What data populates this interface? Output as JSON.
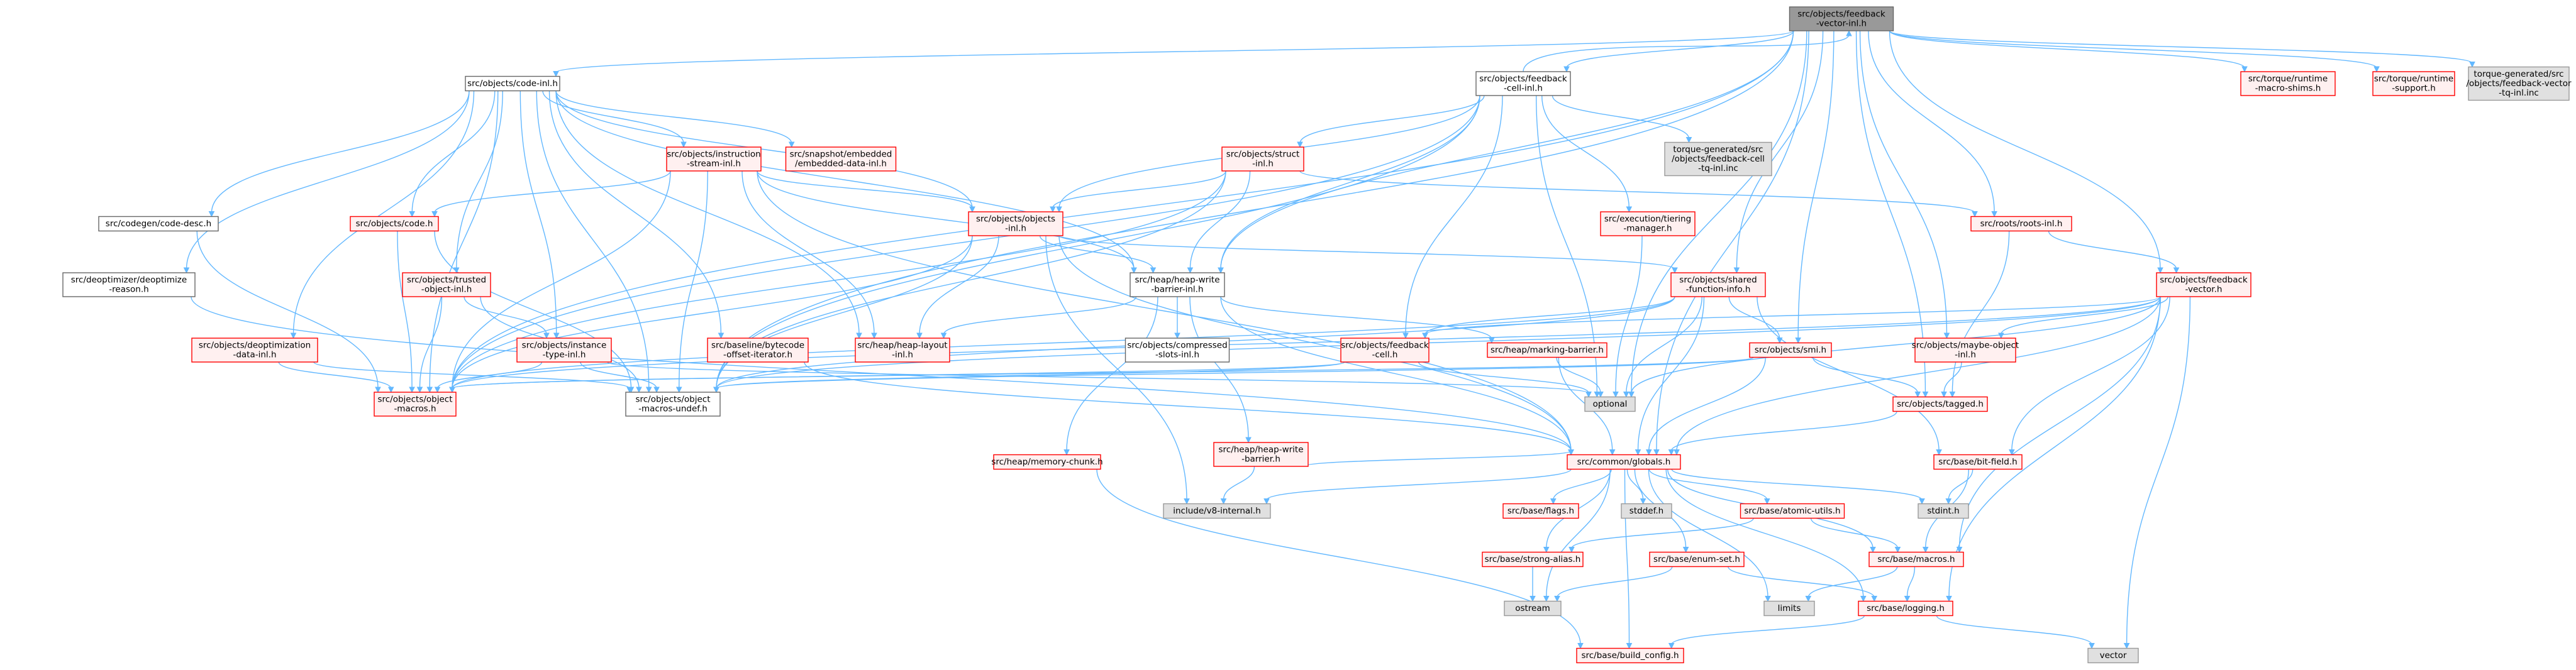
{
  "colors": {
    "edge": "#63b8ff",
    "root_fill": "#999999",
    "root_border": "#666666",
    "linked_fill": "#fff0f0",
    "linked_border": "#ff0000",
    "plain_fill": "#ffffff",
    "plain_border": "#666666",
    "system_fill": "#e0e0e0",
    "system_border": "#999999"
  },
  "nodes": [
    {
      "id": "fvi",
      "kind": "root",
      "lines": [
        "src/objects/feedback",
        "-vector-inl.h"
      ]
    },
    {
      "id": "codeinl",
      "kind": "plain",
      "lines": [
        "src/objects/code-inl.h"
      ]
    },
    {
      "id": "fcinl",
      "kind": "plain",
      "lines": [
        "src/objects/feedback",
        "-cell-inl.h"
      ]
    },
    {
      "id": "rtms",
      "kind": "linked",
      "lines": [
        "src/torque/runtime",
        "-macro-shims.h"
      ]
    },
    {
      "id": "rts",
      "kind": "linked",
      "lines": [
        "src/torque/runtime",
        "-support.h"
      ]
    },
    {
      "id": "tgfv",
      "kind": "system",
      "lines": [
        "torque-generated/src",
        "/objects/feedback-vector",
        "-tq-inl.inc"
      ]
    },
    {
      "id": "isinl",
      "kind": "linked",
      "lines": [
        "src/objects/instruction",
        "-stream-inl.h"
      ]
    },
    {
      "id": "snap",
      "kind": "linked",
      "lines": [
        "src/snapshot/embedded",
        "/embedded-data-inl.h"
      ]
    },
    {
      "id": "structinl",
      "kind": "linked",
      "lines": [
        "src/objects/struct",
        "-inl.h"
      ]
    },
    {
      "id": "tgfc",
      "kind": "system",
      "lines": [
        "torque-generated/src",
        "/objects/feedback-cell",
        "-tq-inl.inc"
      ]
    },
    {
      "id": "cdesc",
      "kind": "plain",
      "lines": [
        "src/codegen/code-desc.h"
      ]
    },
    {
      "id": "codeh",
      "kind": "linked",
      "lines": [
        "src/objects/code.h"
      ]
    },
    {
      "id": "objinl",
      "kind": "linked",
      "lines": [
        "src/objects/objects",
        "-inl.h"
      ]
    },
    {
      "id": "tiering",
      "kind": "linked",
      "lines": [
        "src/execution/tiering",
        "-manager.h"
      ]
    },
    {
      "id": "rootsinl",
      "kind": "linked",
      "lines": [
        "src/roots/roots-inl.h"
      ]
    },
    {
      "id": "deopt",
      "kind": "plain",
      "lines": [
        "src/deoptimizer/deoptimize",
        "-reason.h"
      ]
    },
    {
      "id": "toinl",
      "kind": "linked",
      "lines": [
        "src/objects/trusted",
        "-object-inl.h"
      ]
    },
    {
      "id": "hwbinl",
      "kind": "plain",
      "lines": [
        "src/heap/heap-write",
        "-barrier-inl.h"
      ]
    },
    {
      "id": "sfi",
      "kind": "linked",
      "lines": [
        "src/objects/shared",
        "-function-info.h"
      ]
    },
    {
      "id": "fvh",
      "kind": "linked",
      "lines": [
        "src/objects/feedback",
        "-vector.h"
      ]
    },
    {
      "id": "odinl",
      "kind": "linked",
      "lines": [
        "src/objects/deoptimization",
        "-data-inl.h"
      ]
    },
    {
      "id": "itinl",
      "kind": "linked",
      "lines": [
        "src/objects/instance",
        "-type-inl.h"
      ]
    },
    {
      "id": "bboi",
      "kind": "linked",
      "lines": [
        "src/baseline/bytecode",
        "-offset-iterator.h"
      ]
    },
    {
      "id": "hlinl",
      "kind": "linked",
      "lines": [
        "src/heap/heap-layout",
        "-inl.h"
      ]
    },
    {
      "id": "csinl",
      "kind": "plain",
      "lines": [
        "src/objects/compressed",
        "-slots-inl.h"
      ]
    },
    {
      "id": "fch",
      "kind": "linked",
      "lines": [
        "src/objects/feedback",
        "-cell.h"
      ]
    },
    {
      "id": "mbar",
      "kind": "linked",
      "lines": [
        "src/heap/marking-barrier.h"
      ]
    },
    {
      "id": "smi",
      "kind": "linked",
      "lines": [
        "src/objects/smi.h"
      ]
    },
    {
      "id": "mboinl",
      "kind": "linked",
      "lines": [
        "src/objects/maybe-object",
        "-inl.h"
      ]
    },
    {
      "id": "omac",
      "kind": "linked",
      "lines": [
        "src/objects/object",
        "-macros.h"
      ]
    },
    {
      "id": "omacu",
      "kind": "plain",
      "lines": [
        "src/objects/object",
        "-macros-undef.h"
      ]
    },
    {
      "id": "optional",
      "kind": "system",
      "lines": [
        "optional"
      ]
    },
    {
      "id": "hwb",
      "kind": "linked",
      "lines": [
        "src/heap/heap-write",
        "-barrier.h"
      ]
    },
    {
      "id": "tagged",
      "kind": "linked",
      "lines": [
        "src/objects/tagged.h"
      ]
    },
    {
      "id": "bitfield",
      "kind": "linked",
      "lines": [
        "src/base/bit-field.h"
      ]
    },
    {
      "id": "mchunk",
      "kind": "linked",
      "lines": [
        "src/heap/memory-chunk.h"
      ]
    },
    {
      "id": "globals",
      "kind": "linked",
      "lines": [
        "src/common/globals.h"
      ]
    },
    {
      "id": "v8int",
      "kind": "system",
      "lines": [
        "include/v8-internal.h"
      ]
    },
    {
      "id": "flags",
      "kind": "linked",
      "lines": [
        "src/base/flags.h"
      ]
    },
    {
      "id": "stddef",
      "kind": "system",
      "lines": [
        "stddef.h"
      ]
    },
    {
      "id": "atomic",
      "kind": "linked",
      "lines": [
        "src/base/atomic-utils.h"
      ]
    },
    {
      "id": "stdint",
      "kind": "system",
      "lines": [
        "stdint.h"
      ]
    },
    {
      "id": "salias",
      "kind": "linked",
      "lines": [
        "src/base/strong-alias.h"
      ]
    },
    {
      "id": "enumset",
      "kind": "linked",
      "lines": [
        "src/base/enum-set.h"
      ]
    },
    {
      "id": "macros",
      "kind": "linked",
      "lines": [
        "src/base/macros.h"
      ]
    },
    {
      "id": "ostream",
      "kind": "system",
      "lines": [
        "ostream"
      ]
    },
    {
      "id": "limits",
      "kind": "system",
      "lines": [
        "limits"
      ]
    },
    {
      "id": "logging",
      "kind": "linked",
      "lines": [
        "src/base/logging.h"
      ]
    },
    {
      "id": "vector",
      "kind": "system",
      "lines": [
        "vector"
      ]
    },
    {
      "id": "bconfig",
      "kind": "linked",
      "lines": [
        "src/base/build_config.h"
      ]
    }
  ],
  "edges": [
    [
      "fvi",
      "codeinl"
    ],
    [
      "fvi",
      "fcinl"
    ],
    [
      "fvi",
      "rtms"
    ],
    [
      "fvi",
      "rts"
    ],
    [
      "fvi",
      "tgfv"
    ],
    [
      "fvi",
      "hwbinl"
    ],
    [
      "fvi",
      "sfi"
    ],
    [
      "fvi",
      "fvh"
    ],
    [
      "fvi",
      "rootsinl"
    ],
    [
      "fvi",
      "smi"
    ],
    [
      "fvi",
      "mboinl"
    ],
    [
      "fvi",
      "omac"
    ],
    [
      "fvi",
      "omacu"
    ],
    [
      "fvi",
      "optional"
    ],
    [
      "fvi",
      "tagged"
    ],
    [
      "fvi",
      "globals"
    ],
    [
      "codeinl",
      "isinl"
    ],
    [
      "codeinl",
      "snap"
    ],
    [
      "codeinl",
      "objinl"
    ],
    [
      "codeinl",
      "cdesc"
    ],
    [
      "codeinl",
      "codeh"
    ],
    [
      "codeinl",
      "deopt"
    ],
    [
      "codeinl",
      "toinl"
    ],
    [
      "codeinl",
      "hwbinl"
    ],
    [
      "codeinl",
      "odinl"
    ],
    [
      "codeinl",
      "itinl"
    ],
    [
      "codeinl",
      "bboi"
    ],
    [
      "codeinl",
      "hlinl"
    ],
    [
      "codeinl",
      "omac"
    ],
    [
      "codeinl",
      "omacu"
    ],
    [
      "fcinl",
      "fvi"
    ],
    [
      "fcinl",
      "structinl"
    ],
    [
      "fcinl",
      "tgfc"
    ],
    [
      "fcinl",
      "tiering"
    ],
    [
      "fcinl",
      "objinl"
    ],
    [
      "fcinl",
      "hwbinl"
    ],
    [
      "fcinl",
      "fch"
    ],
    [
      "fcinl",
      "omac"
    ],
    [
      "fcinl",
      "omacu"
    ],
    [
      "fcinl",
      "optional"
    ],
    [
      "isinl",
      "codeh"
    ],
    [
      "isinl",
      "objinl"
    ],
    [
      "isinl",
      "hwbinl"
    ],
    [
      "isinl",
      "hlinl"
    ],
    [
      "isinl",
      "omac"
    ],
    [
      "isinl",
      "omacu"
    ],
    [
      "isinl",
      "globals"
    ],
    [
      "structinl",
      "objinl"
    ],
    [
      "structinl",
      "hwbinl"
    ],
    [
      "structinl",
      "rootsinl"
    ],
    [
      "structinl",
      "omac"
    ],
    [
      "structinl",
      "omacu"
    ],
    [
      "cdesc",
      "omac"
    ],
    [
      "codeh",
      "omac"
    ],
    [
      "codeh",
      "omacu"
    ],
    [
      "objinl",
      "hwbinl"
    ],
    [
      "objinl",
      "hlinl"
    ],
    [
      "objinl",
      "sfi"
    ],
    [
      "objinl",
      "omac"
    ],
    [
      "objinl",
      "omacu"
    ],
    [
      "objinl",
      "v8int"
    ],
    [
      "objinl",
      "globals"
    ],
    [
      "tiering",
      "optional"
    ],
    [
      "rootsinl",
      "fvh"
    ],
    [
      "rootsinl",
      "tagged"
    ],
    [
      "deopt",
      "globals"
    ],
    [
      "toinl",
      "itinl"
    ],
    [
      "toinl",
      "omac"
    ],
    [
      "toinl",
      "omacu"
    ],
    [
      "hwbinl",
      "csinl"
    ],
    [
      "hwbinl",
      "hlinl"
    ],
    [
      "hwbinl",
      "mbar"
    ],
    [
      "hwbinl",
      "hwb"
    ],
    [
      "hwbinl",
      "mchunk"
    ],
    [
      "hwbinl",
      "globals"
    ],
    [
      "sfi",
      "smi"
    ],
    [
      "sfi",
      "fch"
    ],
    [
      "sfi",
      "bitfield"
    ],
    [
      "sfi",
      "omac"
    ],
    [
      "sfi",
      "omacu"
    ],
    [
      "sfi",
      "optional"
    ],
    [
      "sfi",
      "globals"
    ],
    [
      "fvh",
      "fch"
    ],
    [
      "fvh",
      "mboinl"
    ],
    [
      "fvh",
      "bitfield"
    ],
    [
      "fvh",
      "omac"
    ],
    [
      "fvh",
      "omacu"
    ],
    [
      "fvh",
      "macros"
    ],
    [
      "fvh",
      "logging"
    ],
    [
      "fvh",
      "vector"
    ],
    [
      "fvh",
      "globals"
    ],
    [
      "fvh",
      "optional"
    ],
    [
      "odinl",
      "omac"
    ],
    [
      "odinl",
      "omacu"
    ],
    [
      "itinl",
      "omac"
    ],
    [
      "itinl",
      "omacu"
    ],
    [
      "itinl",
      "optional"
    ],
    [
      "bboi",
      "globals"
    ],
    [
      "fch",
      "omac"
    ],
    [
      "fch",
      "omacu"
    ],
    [
      "fch",
      "optional"
    ],
    [
      "mbar",
      "globals"
    ],
    [
      "mbar",
      "optional"
    ],
    [
      "smi",
      "tagged"
    ],
    [
      "smi",
      "globals"
    ],
    [
      "smi",
      "omac"
    ],
    [
      "smi",
      "omacu"
    ],
    [
      "mboinl",
      "tagged"
    ],
    [
      "hwb",
      "globals"
    ],
    [
      "hwb",
      "v8int"
    ],
    [
      "tagged",
      "globals"
    ],
    [
      "bitfield",
      "macros"
    ],
    [
      "bitfield",
      "stdint"
    ],
    [
      "mchunk",
      "bconfig"
    ],
    [
      "globals",
      "v8int"
    ],
    [
      "globals",
      "flags"
    ],
    [
      "globals",
      "stddef"
    ],
    [
      "globals",
      "atomic"
    ],
    [
      "globals",
      "stdint"
    ],
    [
      "globals",
      "salias"
    ],
    [
      "globals",
      "enumset"
    ],
    [
      "globals",
      "macros"
    ],
    [
      "globals",
      "ostream"
    ],
    [
      "globals",
      "limits"
    ],
    [
      "globals",
      "logging"
    ],
    [
      "globals",
      "bconfig"
    ],
    [
      "atomic",
      "salias"
    ],
    [
      "atomic",
      "macros"
    ],
    [
      "salias",
      "ostream"
    ],
    [
      "enumset",
      "ostream"
    ],
    [
      "enumset",
      "logging"
    ],
    [
      "macros",
      "limits"
    ],
    [
      "macros",
      "logging"
    ],
    [
      "logging",
      "vector"
    ],
    [
      "logging",
      "bconfig"
    ]
  ]
}
